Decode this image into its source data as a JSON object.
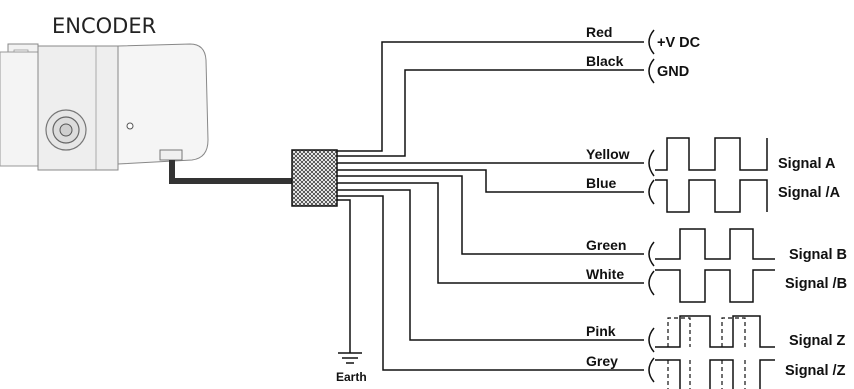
{
  "encoder": {
    "title": "ENCODER"
  },
  "wires": [
    {
      "color": "Red",
      "signal": "+V DC"
    },
    {
      "color": "Black",
      "signal": "GND"
    },
    {
      "color": "Yellow",
      "signal": "Signal A"
    },
    {
      "color": "Blue",
      "signal": "Signal /A"
    },
    {
      "color": "Green",
      "signal": "Signal B"
    },
    {
      "color": "White",
      "signal": "Signal /B"
    },
    {
      "color": "Pink",
      "signal": "Signal Z"
    },
    {
      "color": "Grey",
      "signal": "Signal /Z"
    }
  ],
  "ground": {
    "label": "Earth"
  }
}
